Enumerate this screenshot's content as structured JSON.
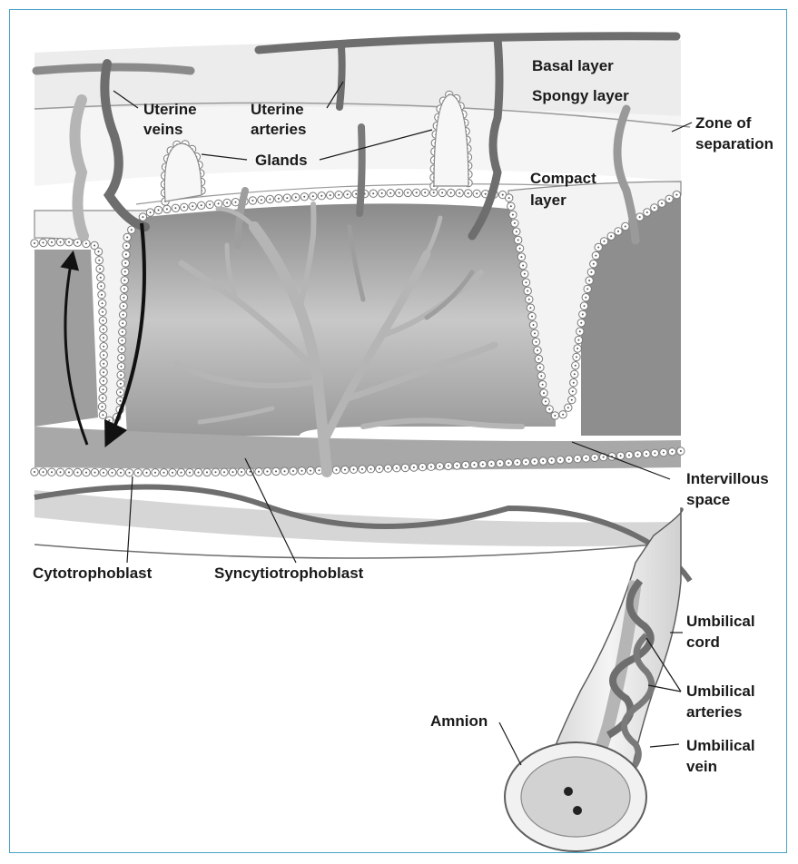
{
  "labels": {
    "basal_layer": "Basal layer",
    "spongy_layer": "Spongy layer",
    "zone_of_separation": [
      "Zone of",
      "separation"
    ],
    "uterine_veins": [
      "Uterine",
      "veins"
    ],
    "uterine_arteries": [
      "Uterine",
      "arteries"
    ],
    "glands": "Glands",
    "compact_layer": [
      "Compact",
      "layer"
    ],
    "intervillous_space": [
      "Intervillous",
      "space"
    ],
    "cytotrophoblast": "Cytotrophoblast",
    "syncytiotrophoblast": "Syncytiotrophoblast",
    "umbilical_cord": [
      "Umbilical",
      "cord"
    ],
    "umbilical_arteries": [
      "Umbilical",
      "arteries"
    ],
    "umbilical_vein": [
      "Umbilical",
      "vein"
    ],
    "amnion": "Amnion"
  },
  "colors": {
    "frame": "#4aa3c7",
    "vessel_dark": "#6e6e6e",
    "vessel_light": "#b5b5b5",
    "tissue_light": "#e6e6e6",
    "space": "#9a9a9a",
    "ink": "#1a1a1a"
  }
}
